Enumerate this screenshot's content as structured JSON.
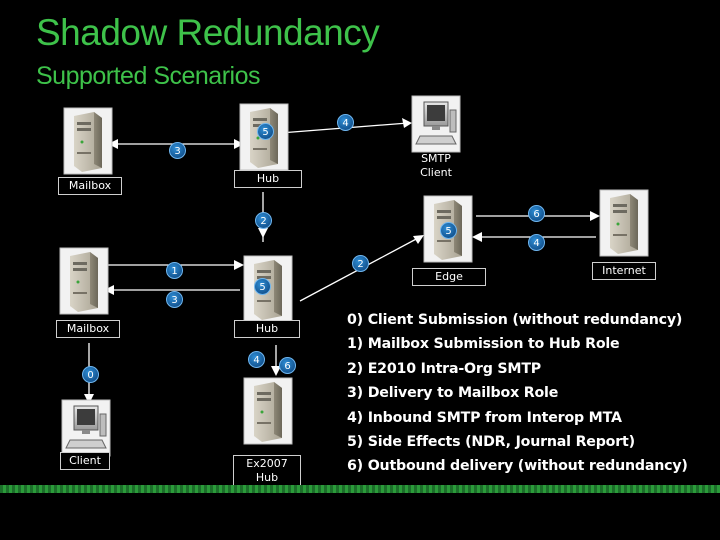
{
  "title": "Shadow Redundancy",
  "subtitle": "Supported Scenarios",
  "nodes": {
    "mailbox_top": "Mailbox",
    "hub_top": "Hub",
    "smtp_client": "SMTP\nClient",
    "edge": "Edge",
    "internet": "Internet",
    "mailbox_bottom": "Mailbox",
    "hub_bottom": "Hub",
    "client": "Client",
    "ex2007": "Ex2007\nHub"
  },
  "badges": {
    "top_5": "5",
    "top_4": "4",
    "top_3": "3",
    "top_2": "2",
    "edge_5": "5",
    "edge_6": "6",
    "edge_4": "4",
    "edge_2": "2",
    "mid_1": "1",
    "mid_5": "5",
    "mid_3": "3",
    "hub_4": "4",
    "hub_6": "6",
    "client_0": "0"
  },
  "legend": [
    "0) Client Submission (without redundancy)",
    "1) Mailbox Submission to Hub Role",
    "2) E2010 Intra-Org SMTP",
    "3) Delivery to Mailbox Role",
    "4) Inbound SMTP from Interop MTA",
    "5) Side Effects (NDR, Journal Report)",
    "6) Outbound delivery (without redundancy)"
  ],
  "colors": {
    "accent": "#3ec24a",
    "badge": "#1f6fb8",
    "line": "#ffffff"
  }
}
